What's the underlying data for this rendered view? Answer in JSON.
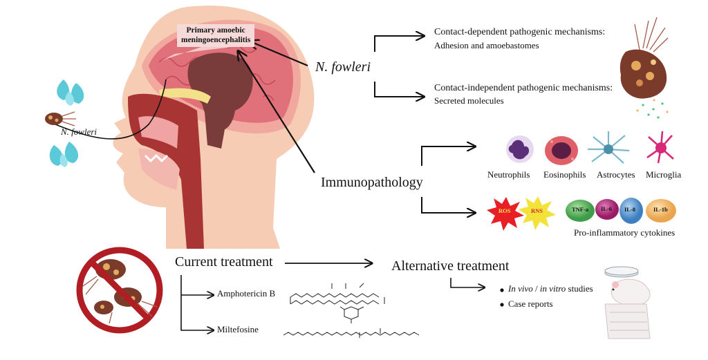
{
  "diagram": {
    "disease_title_line1": "Primary amoebic",
    "disease_title_line2": "meningoencephalitis",
    "organism_main": "N. fowleri",
    "organism_nose": "N. fowleri",
    "contact_dependent": {
      "title": "Contact-dependent pathogenic mechanisms:",
      "detail": "Adhesion and amoebastomes"
    },
    "contact_independent": {
      "title": "Contact-independent pathogenic mechanisms:",
      "detail": "Secreted molecules"
    },
    "immunopathology": "Immunopathology",
    "cells": [
      "Neutrophils",
      "Eosinophils",
      "Astrocytes",
      "Microglia"
    ],
    "reactive_species": [
      "ROS",
      "RNS"
    ],
    "cytokines": [
      "TNF-a",
      "IL-6",
      "IL-8",
      "IL-1b"
    ],
    "cytokines_label": "Pro-inflammatory cytokines",
    "current_treatment": "Current treatment",
    "drugs": [
      "Amphotericin B",
      "Miltefosine"
    ],
    "alternative_treatment": "Alternative treatment",
    "alt_items": {
      "in_vivo": "In vivo",
      "separator": " / ",
      "in_vitro": "in vitro",
      "studies_suffix": " studies",
      "case_reports": "Case reports"
    }
  },
  "colors": {
    "skin": "#f7ccb4",
    "brain": "#e0707a",
    "brainstem": "#7a3b3b",
    "airway": "#a83434",
    "prohibition": "#b01e23",
    "drop": "#5cc9d8",
    "tnf": "#52b65a",
    "il6": "#b5287a",
    "il8": "#4a8fcf",
    "il1b": "#f2b765",
    "ros": "#e81f25",
    "rns": "#f3e23a"
  }
}
